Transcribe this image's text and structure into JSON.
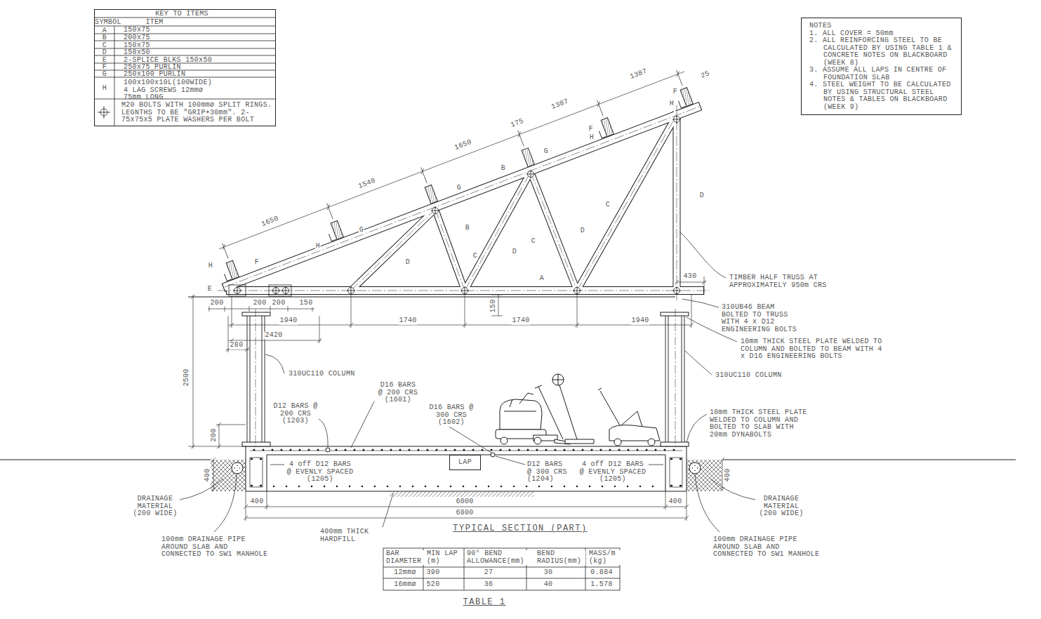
{
  "diagram": {
    "caption": "TYPICAL SECTION (PART)",
    "nodes": [
      {
        "text": [
          "KEY TO ITEMS",
          "SYMBOL",
          "ITEM",
          "A",
          "150x75",
          "B",
          "200x75",
          "C",
          "150x75",
          "D",
          "150x50",
          "E",
          "2-SPLICE BLKS 150x50",
          "F",
          "250x75 PURLIN",
          "G",
          "250x100 PURLIN",
          "H",
          "100x100x10L(100WIDE) 4 LAG SCREWS 12mmø 75mm LONG",
          "M20 BOLTS WITH 100mmø SPLIT RINGS. LEGNTHS TO BE \"GRIP+30mm\". 2-75x75x5 PLATE WASHERS PER BOLT"
        ]
      },
      {
        "text": [
          "NOTES",
          "1. ALL COVER = 50mm",
          "2. ALL REINFORCING STEEL TO BE CALCULATED BY USING TABLE 1 & CONCRETE NOTES ON BLACKBOARD (WEEK 8)",
          "3. ASSUME ALL LAPS IN CENTRE OF FOUNDATION SLAB",
          "4. STEEL WEIGHT TO BE CALCULATED BY USING STRUCTURAL STEEL NOTES & TABLES ON BLACKBOARD (WEEK 9)"
        ]
      },
      {
        "text": [
          "LAP"
        ]
      }
    ],
    "labels": [
      "1387",
      "25",
      "1387",
      "175",
      "1650",
      "1540",
      "1650",
      "F",
      "H",
      "F",
      "H",
      "G",
      "B",
      "G",
      "B",
      "G",
      "H",
      "D",
      "C",
      "D",
      "C",
      "D",
      "C",
      "D",
      "H",
      "F",
      "E",
      "A",
      "150",
      "200",
      "200",
      "200",
      "150",
      "1940",
      "1740",
      "1740",
      "1940",
      "2420",
      "280",
      "430",
      "2500",
      "200",
      "400",
      "400",
      "400",
      "6000",
      "400",
      "6800",
      "TIMBER HALF TRUSS AT APPROXIMATELY 950m CRS",
      "310UB46 BEAM BOLTED TO TRUSS WITH 4 x D12 ENGINEERING BOLTS",
      "10mm THICK STEEL PLATE WELDED TO COLUMN AND BOLTED TO BEAM WITH 4 x D16 ENGINEERING BOLTS",
      "310UC110 COLUMN",
      "310UC110 COLUMN",
      "D16 BARS @ 200 CRS (1601)",
      "D12 BARS @ 200 CRS (1203)",
      "D16 BARS @ 300 CRS (1602)",
      "10mm THICK STEEL PLATE WELDED TO COLUMN AND BOLTED TO SLAB WITH 20mm DYNABOLTS",
      "4 off D12 BARS @ EVENLY SPACED (1205)",
      "D12 BARS @ 300 CRS (1204)",
      "4 off D12 BARS @ EVENLY SPACED (1205)",
      "DRAINAGE MATERIAL (200 WIDE)",
      "DRAINAGE MATERIAL (200 WIDE)",
      "100mm DRAINAGE PIPE AROUND SLAB AND CONNECTED TO SW1 MANHOLE",
      "100mm DRAINAGE PIPE AROUND SLAB AND CONNECTED TO SW1 MANHOLE",
      "400mm THICK HARDFILL",
      "TABLE 1",
      "BAR DIAMETER",
      "MIN LAP (m)",
      "90° BEND ALLOWANCE(mm)",
      "BEND RADIUS(mm)",
      "MASS/m (kg)",
      "12mmø",
      "390",
      "27",
      "30",
      "0.884",
      "16mmø",
      "520",
      "36",
      "40",
      "1.578"
    ]
  }
}
